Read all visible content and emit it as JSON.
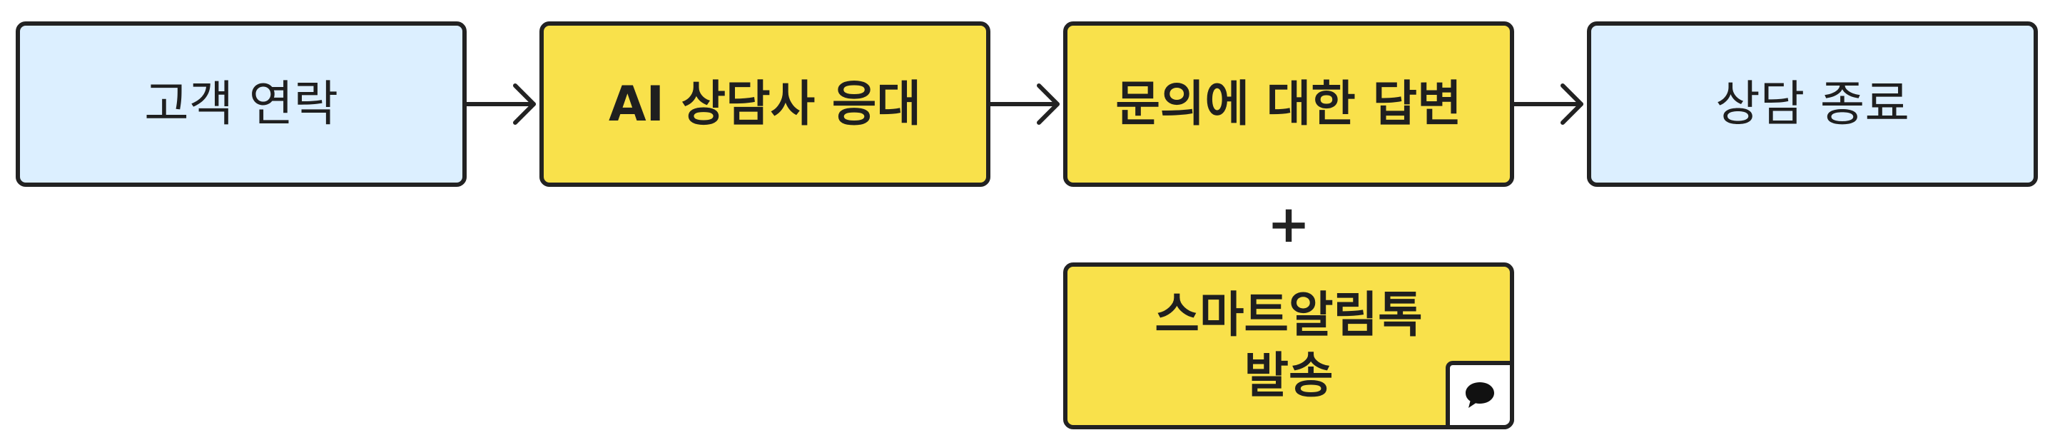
{
  "nodes": {
    "customer_contact": "고객 연락",
    "ai_agent_response": "AI 상담사 응대",
    "answer_inquiry": "문의에 대한 답변",
    "end_consultation": "상담 종료",
    "smart_alimtalk_line1": "스마트알림톡",
    "smart_alimtalk_line2": "발송"
  },
  "plus_symbol": "+",
  "colors": {
    "blue_fill": "#dcefff",
    "yellow_fill": "#f9e14b",
    "stroke": "#222222"
  },
  "icons": {
    "chat": "speech-bubble-icon"
  }
}
